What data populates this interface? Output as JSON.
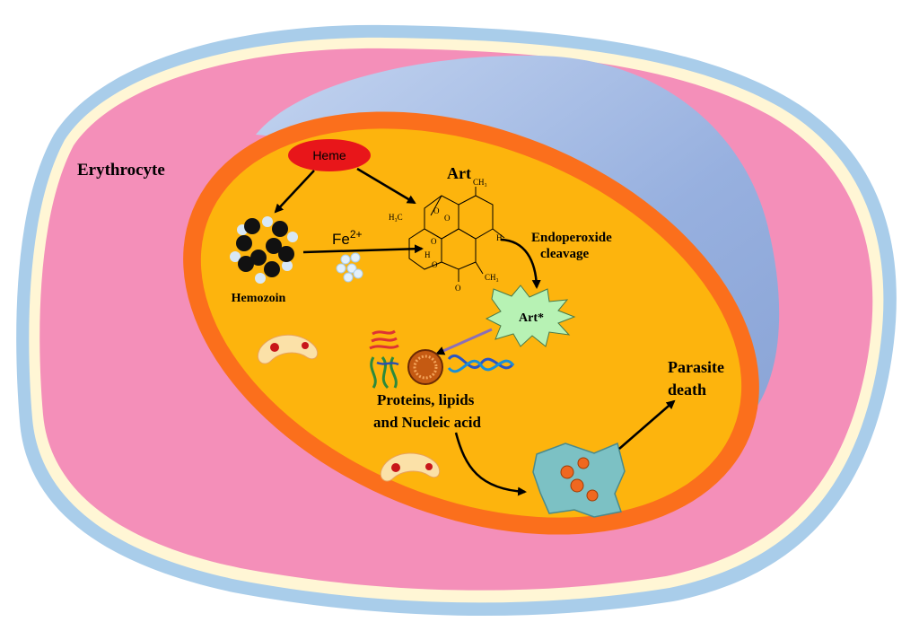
{
  "labels": {
    "erythrocyte": "Erythrocyte",
    "heme": "Heme",
    "art": "Art",
    "fe_base": "Fe",
    "fe_charge": "2+",
    "hemozoin": "Hemozoin",
    "endoperoxide_line1": "Endoperoxide",
    "endoperoxide_line2": "cleavage",
    "art_star": "Art*",
    "targets_line1": "Proteins, lipids",
    "targets_line2": "and Nucleic acid",
    "death_line1": "Parasite",
    "death_line2": "death"
  },
  "structure_labels": {
    "h3c": "H₃C",
    "ch3_top": "CH₃",
    "ch3_bottom": "CH₃",
    "o1": "O",
    "o2": "O",
    "o3": "O",
    "o4": "O",
    "o5": "O",
    "h1": "H",
    "h2": "H"
  },
  "colors": {
    "cell_outer": "#a9cdea",
    "cell_cream": "#fff6d5",
    "cytoplasm": "#f48fb9",
    "vacuole": "#a3b9e2",
    "parasite_rim": "#fb6f1c",
    "parasite_body": "#fdb40d",
    "heme": "#e8161a",
    "art_star": "#b7f2b4",
    "dead_parasite": "#7cc1c4"
  }
}
